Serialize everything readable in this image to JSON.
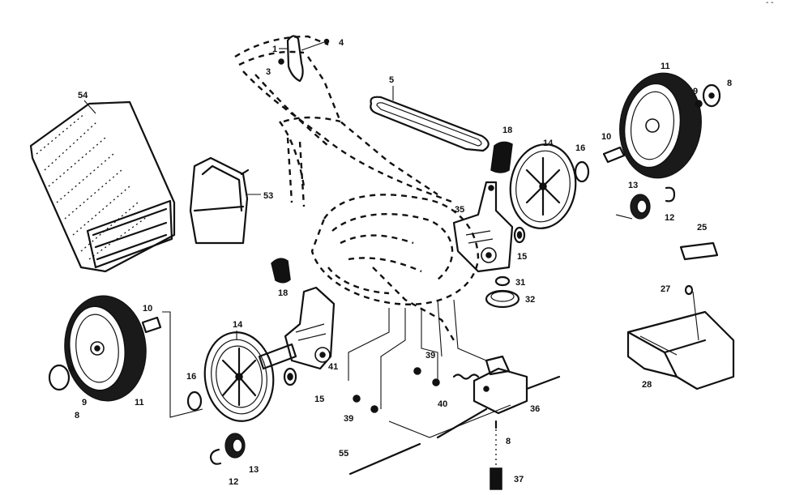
{
  "corner_mark": "- -",
  "callouts": {
    "c1": "1",
    "c3": "3",
    "c4": "4",
    "c5": "5",
    "c8a": "8",
    "c8b": "8",
    "c8c": "8",
    "c9a": "9",
    "c9b": "9",
    "c10a": "10",
    "c10b": "10",
    "c11a": "11",
    "c11b": "11",
    "c12a": "12",
    "c12b": "12",
    "c13a": "13",
    "c13b": "13",
    "c14a": "14",
    "c14b": "14",
    "c15a": "15",
    "c15b": "15",
    "c16a": "16",
    "c16b": "16",
    "c18a": "18",
    "c18b": "18",
    "c25": "25",
    "c27": "27",
    "c28": "28",
    "c31": "31",
    "c32": "32",
    "c35": "35",
    "c36": "36",
    "c37": "37",
    "c39a": "39",
    "c39b": "39",
    "c40": "40",
    "c41": "41",
    "c53": "53",
    "c54": "54",
    "c55": "55"
  }
}
